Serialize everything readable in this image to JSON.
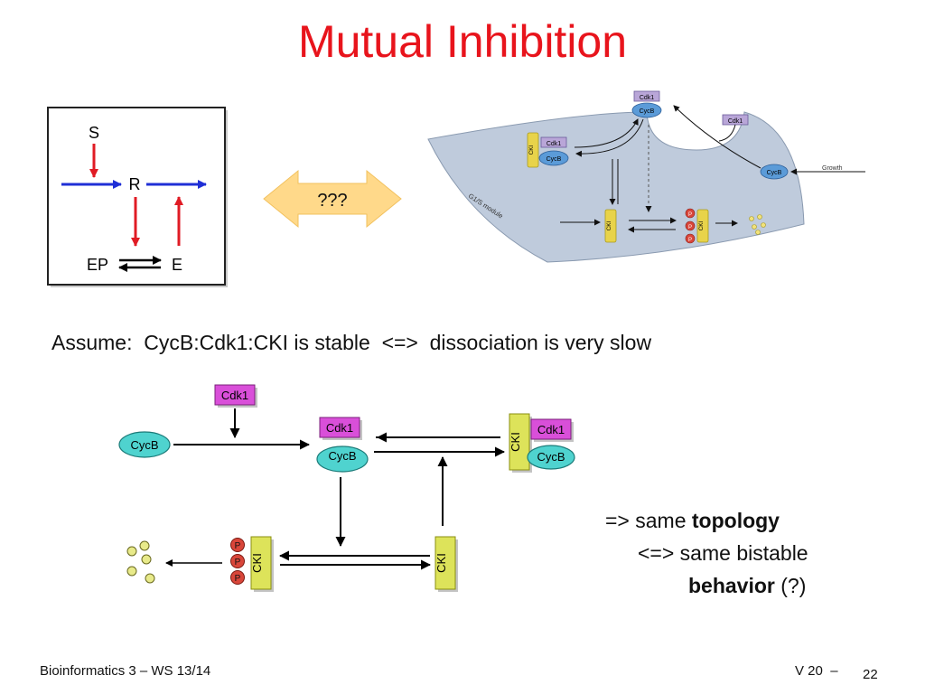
{
  "slide": {
    "title": "Mutual Inhibition",
    "assumption": "Assume:  CycB:Cdk1:CKI is stable  <=>  dissociation is very slow",
    "notes": {
      "line1_prefix": "=> same ",
      "line1_bold": "topology",
      "line2": "<=> same bistable",
      "line3_bold": "behavior",
      "line3_suffix": " (?)"
    },
    "footer": {
      "course": "Bioinformatics 3 – WS 13/14",
      "lecture": "V 20  –",
      "page": "22"
    }
  },
  "mutual_inhibition_box": {
    "labels": {
      "s": "S",
      "r": "R",
      "ep": "EP",
      "e": "E"
    }
  },
  "comparison_arrow": {
    "label": "???"
  },
  "g1s_module": {
    "module_label": "G1/S module",
    "growth": "Growth",
    "cdk1": "Cdk1",
    "cycb": "CycB",
    "cki": "CKI",
    "p": "P"
  },
  "lower_diagram": {
    "cdk1": "Cdk1",
    "cycb": "CycB",
    "cki": "CKI",
    "p": "P"
  },
  "colors": {
    "title": "#e8141c",
    "inhibition_red": "#e01b24",
    "activation_blue": "#1f2fd6",
    "cycb_fill": "#4fd3cf",
    "cdk1_fill": "#d94fd9",
    "cki_fill": "#dde35a",
    "phosphate_fill": "#d9463a",
    "module_fill": "#bfcbdc",
    "double_arrow_fill": "#ffd98a"
  }
}
